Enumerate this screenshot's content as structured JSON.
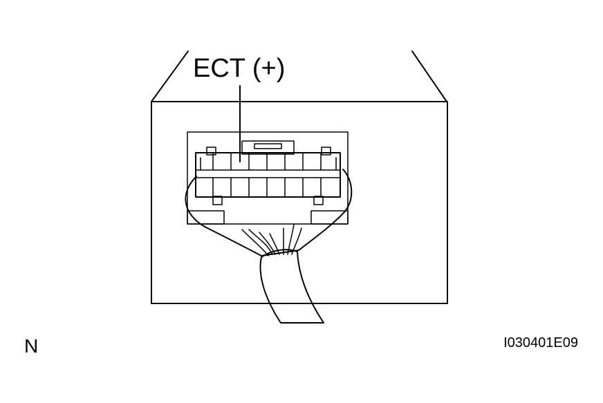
{
  "labels": {
    "terminal": "ECT (+)",
    "view_mark": "N",
    "figure_code": "I030401E09"
  },
  "colors": {
    "ink": "#000000",
    "paper": "#ffffff"
  }
}
